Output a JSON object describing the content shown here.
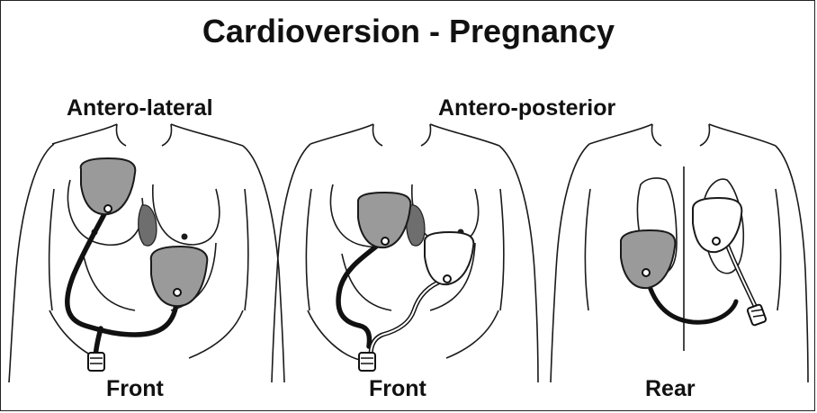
{
  "title": "Cardioversion - Pregnancy",
  "headings": {
    "antero_lateral": "Antero-lateral",
    "antero_posterior": "Antero-posterior"
  },
  "figures": [
    {
      "caption": "Front"
    },
    {
      "caption": "Front"
    },
    {
      "caption": "Rear"
    }
  ],
  "colors": {
    "outline": "#1a1a1a",
    "pad_fill": "#9a9a9a",
    "heart_fill": "#6e6e6e",
    "rear_pad_outline": "#ffffff"
  }
}
